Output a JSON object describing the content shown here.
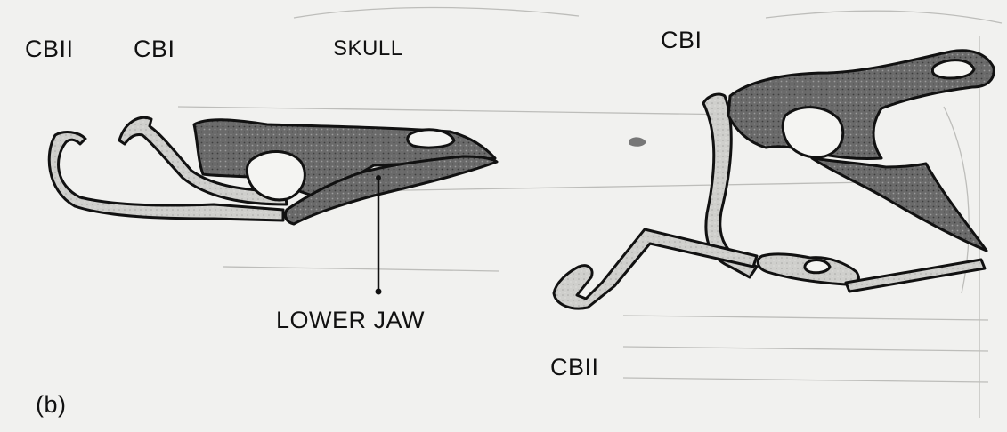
{
  "labels": {
    "left_cbii": "CBII",
    "left_cbi": "CBI",
    "skull": "SKULL",
    "lower_jaw": "LOWER JAW",
    "panel": "(b)",
    "right_cbi": "CBI",
    "right_cbii": "CBII"
  },
  "colors": {
    "background": "#f1f1ef",
    "dark_bone": "#6a6a6a",
    "light_bone": "#cfcfcc",
    "outline": "#111111"
  }
}
